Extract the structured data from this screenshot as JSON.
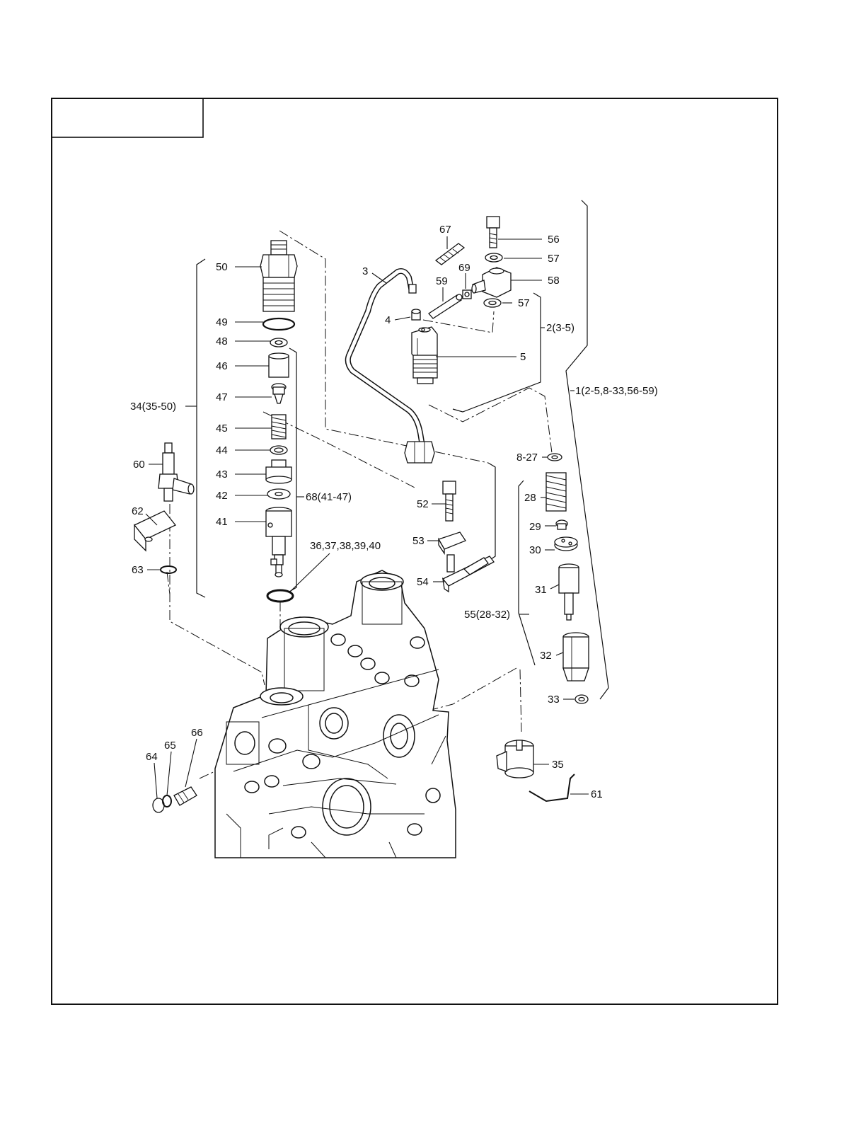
{
  "callouts": {
    "c50": "50",
    "c49": "49",
    "c48": "48",
    "c46": "46",
    "c47": "47",
    "c45": "45",
    "c44": "44",
    "c43": "43",
    "c42": "42",
    "c41": "41",
    "c34": "34(35-50)",
    "c68": "68(41-47)",
    "c36": "36,37,38,39,40",
    "c60": "60",
    "c62": "62",
    "c63": "63",
    "c3": "3",
    "c4": "4",
    "c5": "5",
    "c67": "67",
    "c69": "69",
    "c59": "59",
    "c56": "56",
    "c57a": "57",
    "c58": "58",
    "c57b": "57",
    "c2": "2(3-5)",
    "c1": "1(2-5,8-33,56-59)",
    "c8": "8-27",
    "c28": "28",
    "c29": "29",
    "c30": "30",
    "c31": "31",
    "c32": "32",
    "c33": "33",
    "c55": "55(28-32)",
    "c52": "52",
    "c53": "53",
    "c54": "54",
    "c35": "35",
    "c61": "61",
    "c64": "64",
    "c65": "65",
    "c66": "66"
  }
}
